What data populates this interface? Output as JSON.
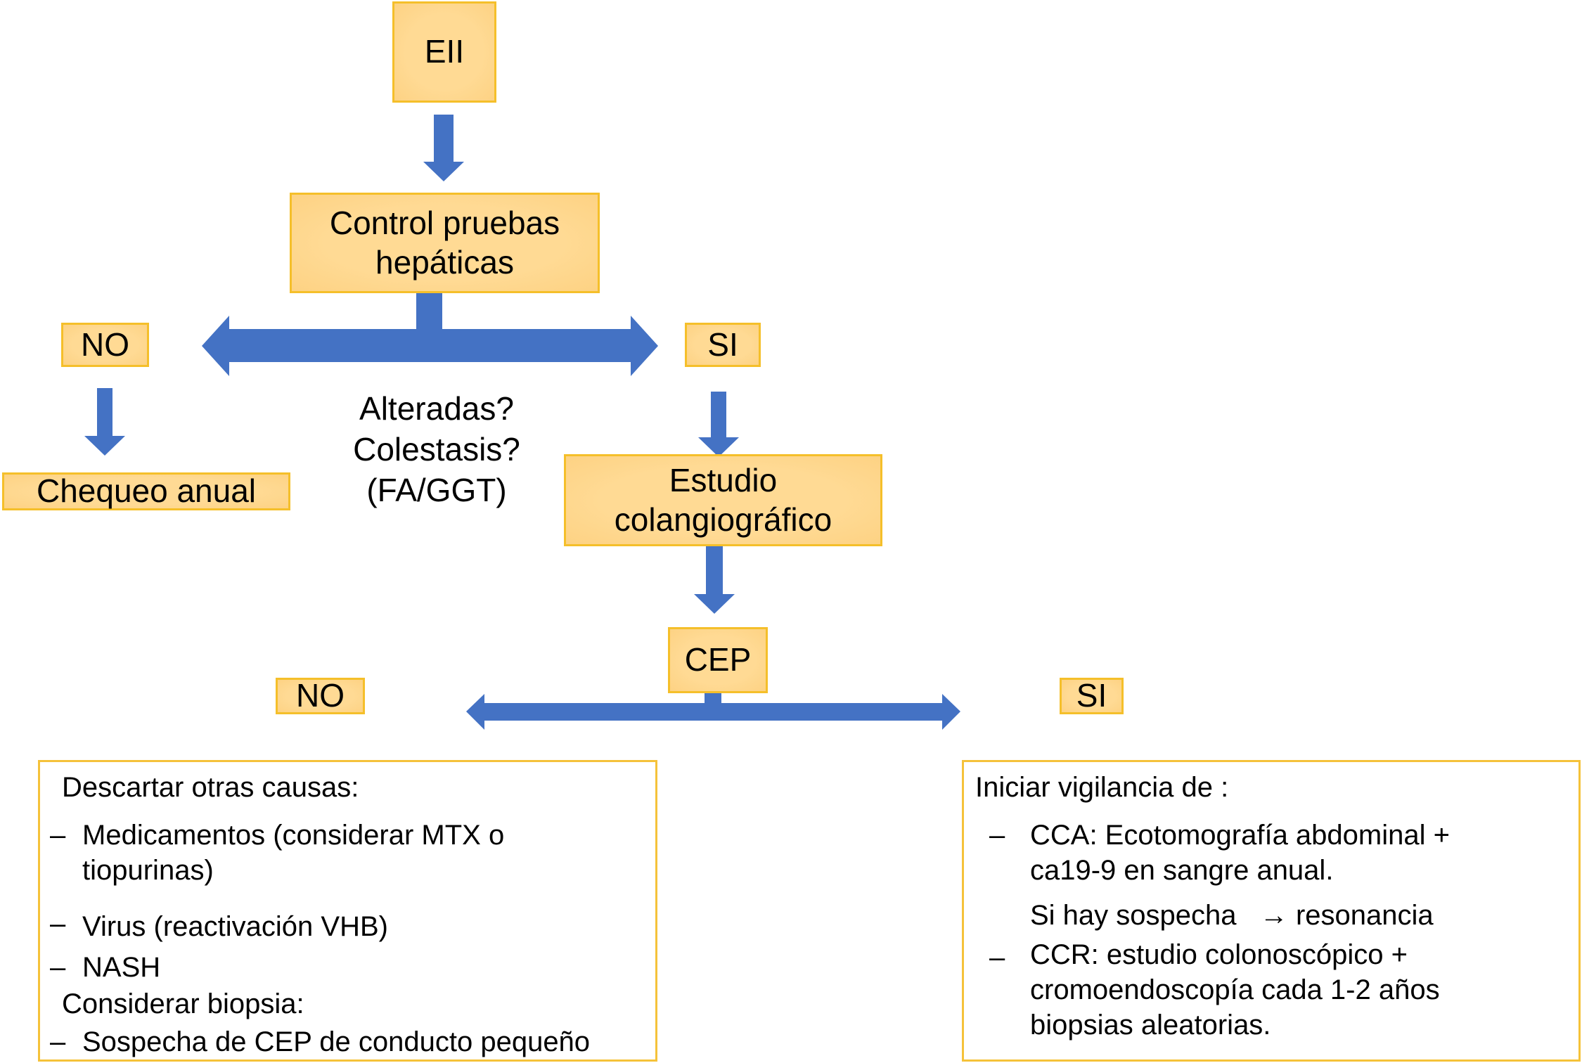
{
  "diagram": {
    "colors": {
      "box_fill": "#FFD98F",
      "box_border": "#F5BF2A",
      "arrow": "#4472C4",
      "panel_border": "#F5C23A"
    },
    "nodes": {
      "eii": "EII",
      "control": [
        "Control pruebas",
        "hepáticas"
      ],
      "no_1": "NO",
      "si_1": "SI",
      "chequeo": "Chequeo anual",
      "question": [
        "Alteradas?",
        "Colestasis?",
        "(FA/GGT)"
      ],
      "estudio": [
        "Estudio",
        "colangiográfico"
      ],
      "cep": "CEP",
      "no_2": "NO",
      "si_2": "SI"
    },
    "left_panel": {
      "title": "Descartar otras causas:",
      "items": [
        {
          "bullet": "–",
          "lines": [
            "Medicamentos (considerar MTX o",
            "tiopurinas)"
          ]
        },
        {
          "bullet": "–",
          "lines": [
            "Virus (reactivación VHB)"
          ]
        },
        {
          "bullet": "–",
          "lines": [
            "NASH"
          ]
        }
      ],
      "subtitle": "Considerar biopsia:",
      "sub_items": [
        {
          "bullet": "–",
          "lines": [
            "Sospecha de CEP de conducto pequeño"
          ]
        }
      ]
    },
    "right_panel": {
      "title": "Iniciar vigilancia de :",
      "items": [
        {
          "bullet": "–",
          "lines": [
            "CCA: Ecotomografía abdominal +",
            "ca19-9 en sangre anual."
          ]
        },
        {
          "bullet": "",
          "lines": [
            "Si hay sospecha   → resonancia"
          ]
        },
        {
          "bullet": "–",
          "lines": [
            "CCR: estudio colonoscópico +",
            "cromoendoscopía cada 1-2 años",
            "biopsias aleatorias."
          ]
        }
      ]
    }
  }
}
